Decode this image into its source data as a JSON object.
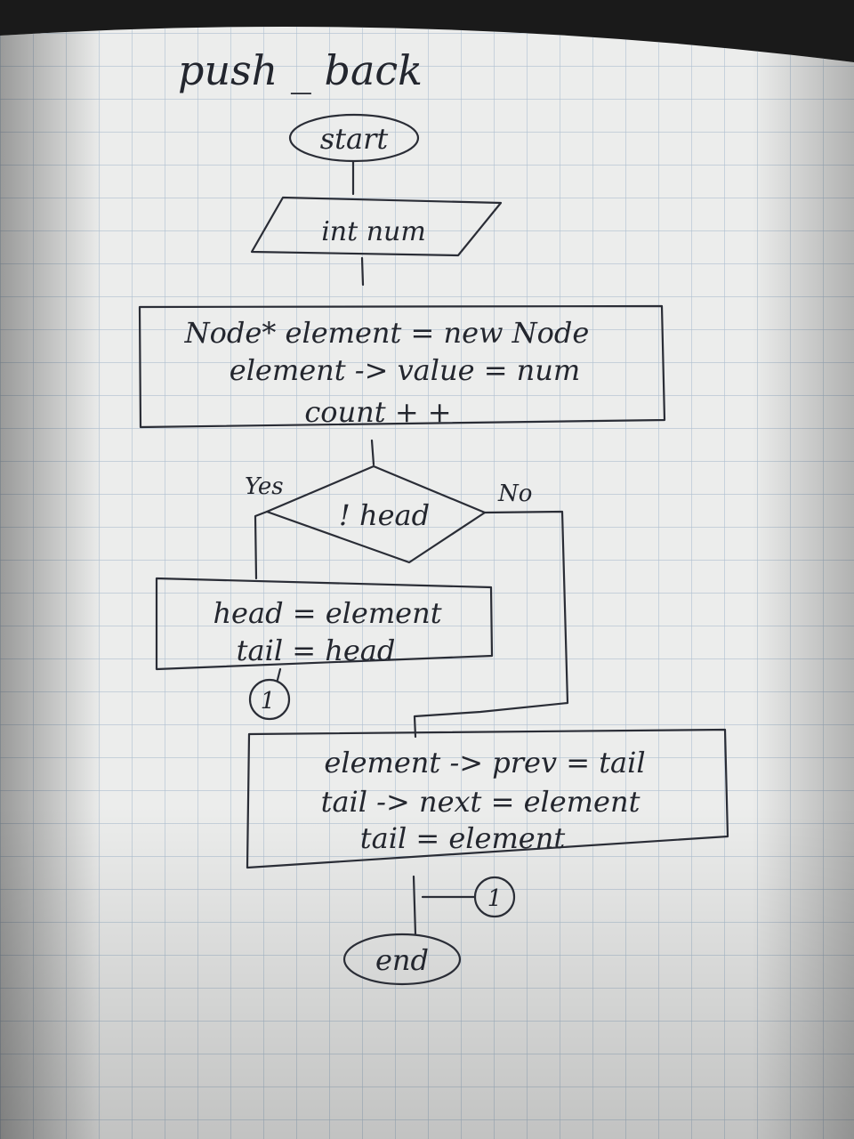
{
  "title": "push _ back",
  "nodes": {
    "start": "start",
    "input": "int num",
    "process1": [
      "Node* element = new Node",
      "element -> value = num",
      "count + +"
    ],
    "decision": "! head",
    "yes": "Yes",
    "no": "No",
    "process2": [
      "head = element",
      "tail = head"
    ],
    "connector_a": "1",
    "process3": [
      "element -> prev = tail",
      "tail -> next = element",
      "tail = element"
    ],
    "connector_b": "1",
    "end": "end"
  },
  "colors": {
    "paper": "#ecedec",
    "grid": "#aebfd0",
    "ink": "#23262e",
    "shadow": "#1a1a1a"
  }
}
